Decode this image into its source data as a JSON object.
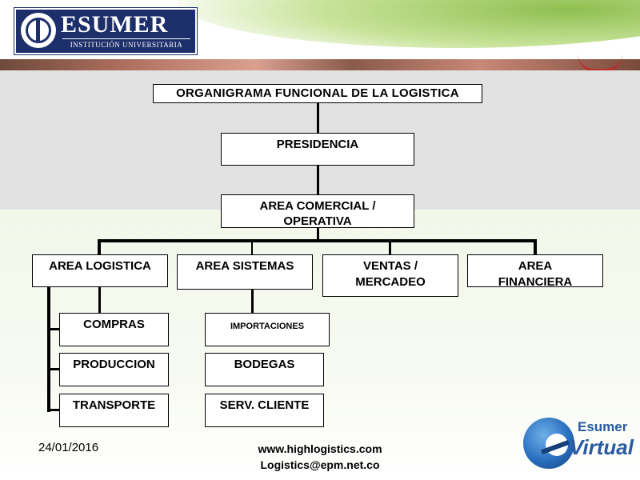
{
  "header": {
    "logo_name": "ESUMER",
    "logo_subtitle": "INSTITUCIÓN UNIVERSITARIA"
  },
  "diagram": {
    "title": "ORGANIGRAMA FUNCIONAL DE LA LOGISTICA",
    "root": "PRESIDENCIA",
    "level2": "AREA COMERCIAL / OPERATIVA",
    "areas": {
      "logistica": "AREA LOGISTICA",
      "sistemas": "AREA SISTEMAS",
      "ventas": "VENTAS / MERCADEO",
      "financiera": "AREA FINANCIERA"
    },
    "logistica_children": [
      "COMPRAS",
      "PRODUCCION",
      "TRANSPORTE"
    ],
    "sistemas_children": [
      "IMPORTACIONES",
      "BODEGAS",
      "SERV. CLIENTE"
    ]
  },
  "footer": {
    "date": "24/01/2016",
    "website": "www.highlogistics.com",
    "email": "Logistics@epm.net.co"
  },
  "brand_logo": {
    "line1": "Esumer",
    "line2": "Virtual"
  },
  "colors": {
    "logo_blue": "#1d2f6b",
    "accent_green": "#8fbf50",
    "virtual_blue": "#2a5aa0"
  }
}
